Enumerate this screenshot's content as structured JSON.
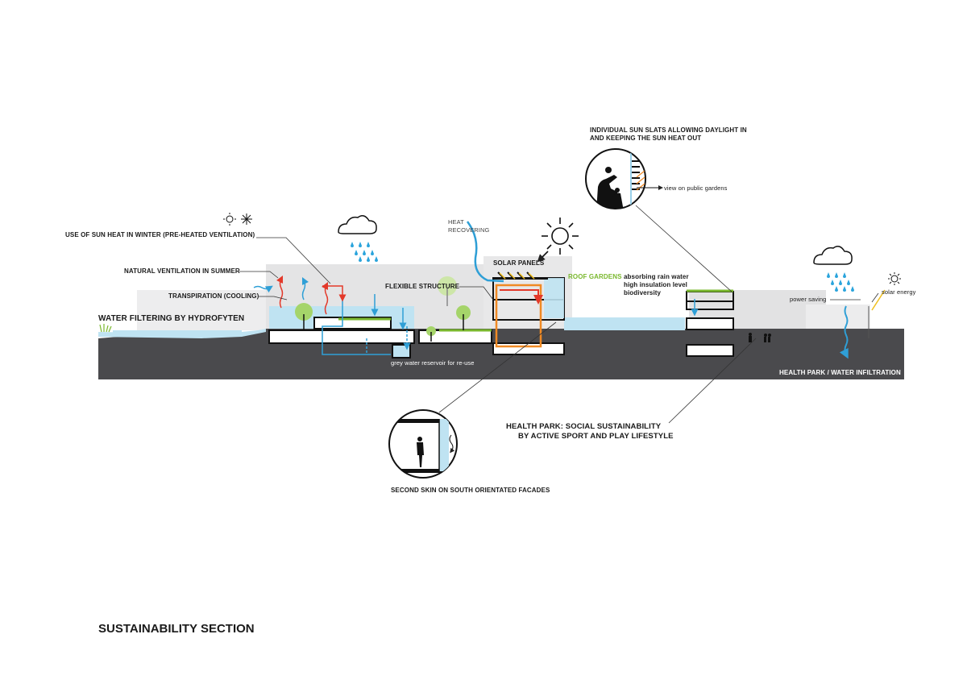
{
  "title": "SUSTAINABILITY SECTION",
  "labels": {
    "sun_slats_1": "INDIVIDUAL SUN SLATS ALLOWING DAYLIGHT IN",
    "sun_slats_2": "AND KEEPING THE SUN HEAT OUT",
    "view_gardens": "view on public gardens",
    "sun_heat_winter": "USE OF SUN HEAT IN WINTER (PRE-HEATED VENTILATION)",
    "heat_recovering_1": "HEAT",
    "heat_recovering_2": "RECOVERING",
    "natural_ventilation": "NATURAL VENTILATION IN SUMMER",
    "transpiration": "TRANSPIRATION (COOLING)",
    "solar_panels": "SOLAR PANELS",
    "flexible_structure": "FLEXIBLE STRUCTURE",
    "roof_gardens": "ROOF GARDENS",
    "absorbing_rain": "absorbing rain water",
    "insulation": "high insulation level",
    "biodiversity": "biodiversity",
    "water_filtering": "WATER FILTERING BY HYDROFYTEN",
    "grey_water": "grey water reservoir for re-use",
    "power_saving": "power saving",
    "solar_energy": "solar energy",
    "health_park_water": "HEALTH PARK / WATER INFILTRATION",
    "health_park_1": "HEALTH PARK: SOCIAL SUSTAINABILITY",
    "health_park_2": "BY ACTIVE SPORT AND PLAY LIFESTYLE",
    "second_skin": "SECOND SKIN ON SOUTH ORIENTATED FACADES"
  },
  "colors": {
    "ground": "#4a4a4d",
    "building": "#d8d8d9",
    "water": "#bfe3f2",
    "blue_arrow": "#2f9fd6",
    "red_arrow": "#e3392a",
    "orange": "#f08a24",
    "green": "#7ab82e",
    "rain": "#2aa4dc"
  },
  "icons": [
    "sun-icon",
    "snowflake-icon",
    "cloud-rain-icon",
    "tree-icon",
    "person-icon"
  ]
}
